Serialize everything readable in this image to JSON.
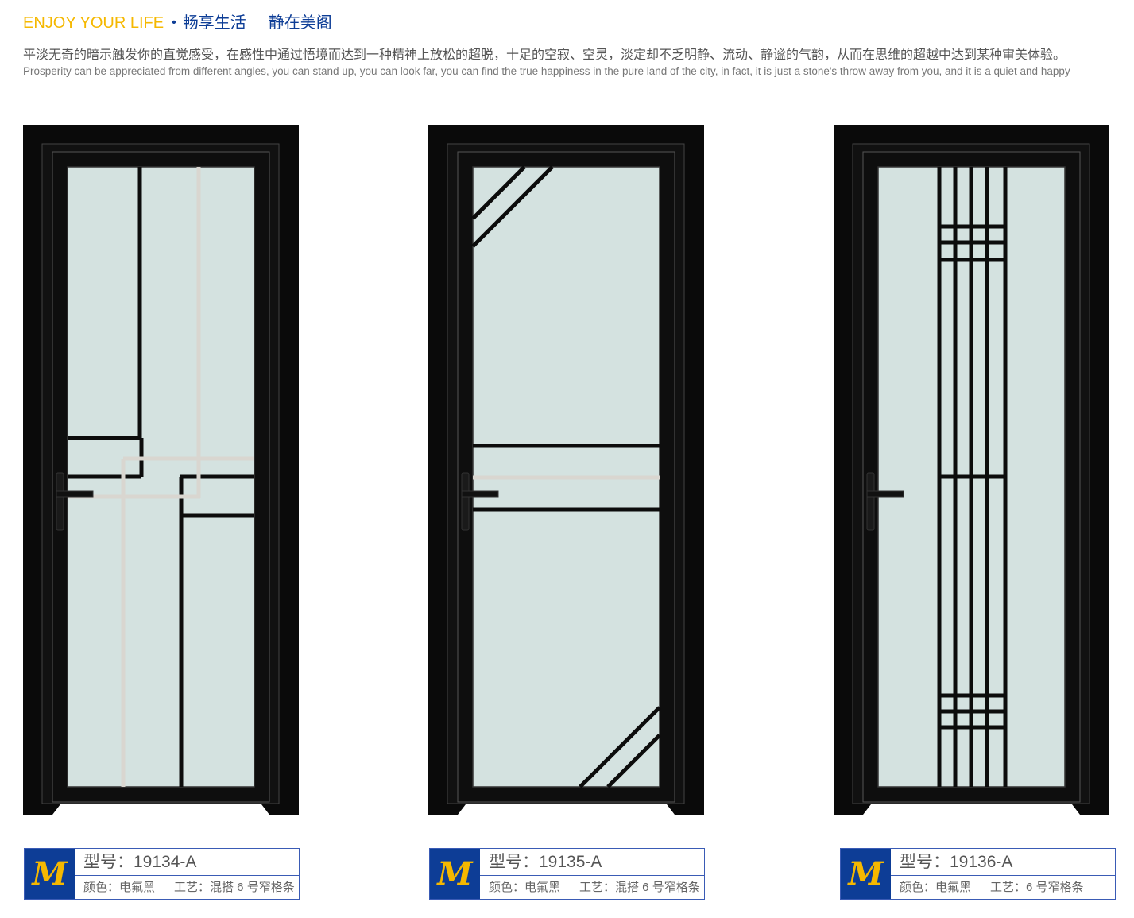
{
  "header": {
    "title_en": "ENJOY YOUR LIFE",
    "bullet": "•",
    "title_cn_1": "畅享生活",
    "title_cn_2": "静在美阁"
  },
  "description": {
    "cn": "平淡无奇的暗示触发你的直觉感受，在感性中通过悟境而达到一种精神上放松的超脱，十足的空寂、空灵，淡定却不乏明静、流动、静谧的气韵，从而在思维的超越中达到某种审美体验。",
    "en": "Prosperity can be appreciated from different angles, you can stand up, you can look far, you can find the true happiness in the pure land of the city, in fact, it is just a stone's throw away from you, and it is a quiet and happy"
  },
  "colors": {
    "brand_blue": "#0d3d96",
    "brand_yellow": "#f5b800",
    "glass": "#d4e2e0",
    "frame": "#0c0c0c",
    "white_bar": "#d9d6d0"
  },
  "products": [
    {
      "logo": "M",
      "model": "型号：19134-A",
      "color": "颜色：电氟黑",
      "craft": "工艺：混搭 6 号窄格条",
      "pattern": "geometric"
    },
    {
      "logo": "M",
      "model": "型号：19135-A",
      "color": "颜色：电氟黑",
      "craft": "工艺：混搭 6 号窄格条",
      "pattern": "diagonal"
    },
    {
      "logo": "M",
      "model": "型号：19136-A",
      "color": "颜色：电氟黑",
      "craft": "工艺：6 号窄格条",
      "pattern": "grid"
    }
  ]
}
